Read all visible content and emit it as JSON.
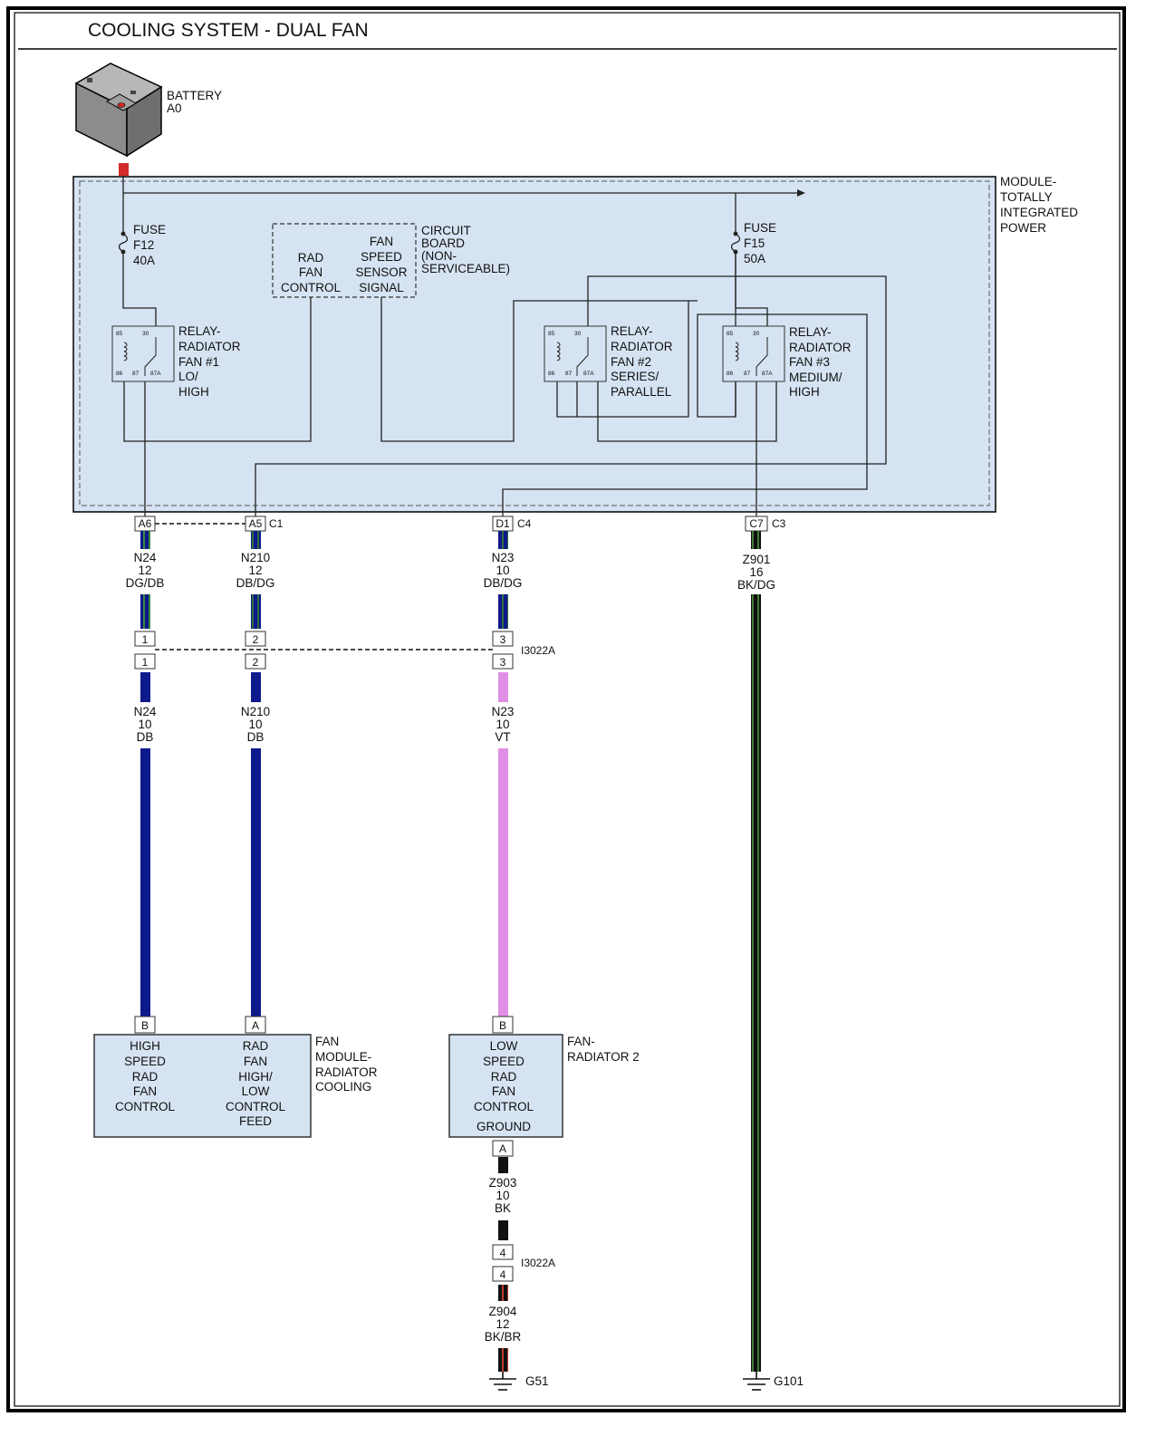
{
  "title": "COOLING SYSTEM - DUAL FAN",
  "battery": {
    "lines": [
      "BATTERY",
      "A0"
    ]
  },
  "tipm": {
    "lines": [
      "MODULE-",
      "TOTALLY",
      "INTEGRATED",
      "POWER"
    ]
  },
  "fuse_f12": {
    "lines": [
      "FUSE",
      "F12",
      "40A"
    ]
  },
  "fuse_f15": {
    "lines": [
      "FUSE",
      "F15",
      "50A"
    ]
  },
  "circuit_board": {
    "label_lines": [
      "CIRCUIT",
      "BOARD",
      "(NON-",
      "SERVICEABLE)"
    ],
    "rad_fan_lines": [
      "RAD",
      "FAN",
      "CONTROL"
    ],
    "fan_speed_lines": [
      "FAN",
      "SPEED",
      "SENSOR",
      "SIGNAL"
    ]
  },
  "relay_pins": [
    "85",
    "30",
    "86",
    "87",
    "87A"
  ],
  "relay1": {
    "lines": [
      "RELAY-",
      "RADIATOR",
      "FAN #1",
      "LO/",
      "HIGH"
    ]
  },
  "relay2": {
    "lines": [
      "RELAY-",
      "RADIATOR",
      "FAN #2",
      "SERIES/",
      "PARALLEL"
    ]
  },
  "relay3": {
    "lines": [
      "RELAY-",
      "RADIATOR",
      "FAN #3",
      "MEDIUM/",
      "HIGH"
    ]
  },
  "connectors": {
    "a6": "A6",
    "a5": "A5",
    "c1": "C1",
    "d1": "D1",
    "c4": "C4",
    "c7": "C7",
    "c3": "C3",
    "i3022a": "I3022A"
  },
  "wires_upper": [
    {
      "id": "N24",
      "lines": [
        "N24",
        "12",
        "DG/DB"
      ]
    },
    {
      "id": "N210",
      "lines": [
        "N210",
        "12",
        "DB/DG"
      ]
    },
    {
      "id": "N23",
      "lines": [
        "N23",
        "10",
        "DB/DG"
      ]
    },
    {
      "id": "Z901",
      "lines": [
        "Z901",
        "16",
        "BK/DG"
      ]
    }
  ],
  "inline_pins": [
    "1",
    "2",
    "3",
    "4"
  ],
  "wires_lower": [
    {
      "id": "N24",
      "lines": [
        "N24",
        "10",
        "DB"
      ]
    },
    {
      "id": "N210",
      "lines": [
        "N210",
        "10",
        "DB"
      ]
    },
    {
      "id": "N23",
      "lines": [
        "N23",
        "10",
        "VT"
      ]
    }
  ],
  "fan_module": {
    "name_lines": [
      "FAN",
      "MODULE-",
      "RADIATOR",
      "COOLING"
    ],
    "pin_b": "B",
    "pin_a": "A",
    "high_speed_lines": [
      "HIGH",
      "SPEED",
      "RAD",
      "FAN",
      "CONTROL"
    ],
    "rad_fan_lines": [
      "RAD",
      "FAN",
      "HIGH/",
      "LOW",
      "CONTROL",
      "FEED"
    ]
  },
  "fan_radiator2": {
    "name_lines": [
      "FAN-",
      "RADIATOR 2"
    ],
    "pin_b": "B",
    "pin_a": "A",
    "low_speed_lines": [
      "LOW",
      "SPEED",
      "RAD",
      "FAN",
      "CONTROL"
    ],
    "ground_label": "GROUND"
  },
  "wire_z903": [
    "Z903",
    "10",
    "BK"
  ],
  "wire_z904": [
    "Z904",
    "12",
    "BK/BR"
  ],
  "grounds": {
    "g51": "G51",
    "g101": "G101"
  },
  "colors": {
    "module_fill": "#d6e3f2",
    "dark_blue": "#0d1a8c",
    "dark_green": "#2e5e2a",
    "violet": "#e08fe6",
    "black": "#111111",
    "red": "#d32a2a"
  }
}
